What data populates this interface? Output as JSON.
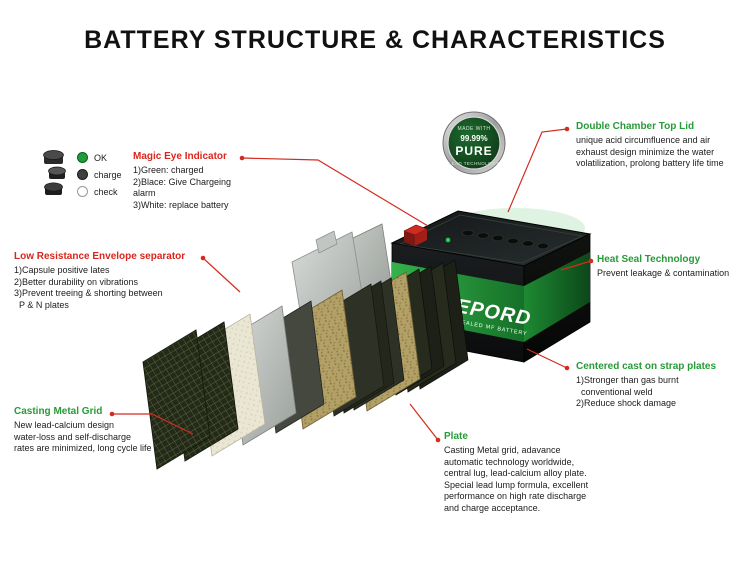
{
  "title": "BATTERY STRUCTURE & CHARACTERISTICS",
  "legend": {
    "items": [
      {
        "label": "OK"
      },
      {
        "label": "charge"
      },
      {
        "label": "check"
      }
    ]
  },
  "badge": {
    "top": "MADE WITH",
    "percent": "99.99%",
    "middle": "PURE",
    "bottom": "LEAD TECHNOLOGY"
  },
  "battery": {
    "brand": "EPORD",
    "sublabel": "SEALED MF BATTERY"
  },
  "callouts": {
    "magic_eye": {
      "heading": "Magic Eye Indicator",
      "lines": [
        "1)Green: charged",
        "2)Blace: Give Chargeing alarm",
        "3)White: replace battery"
      ]
    },
    "double_chamber": {
      "heading": "Double Chamber Top Lid",
      "lines": [
        "unique acid circumfluence and air",
        "exhaust design minimize the water",
        "volatilization, prolong battery life time"
      ]
    },
    "heat_seal": {
      "heading": "Heat Seal Technology",
      "lines": [
        "Prevent leakage & contamination"
      ]
    },
    "low_resistance": {
      "heading": "Low Resistance Envelope separator",
      "lines": [
        "1)Capsule positive lates",
        "2)Better durability on vibrations",
        "3)Prevent treeing & shorting between",
        "  P & N plates"
      ]
    },
    "centered_cast": {
      "heading": "Centered cast on strap plates",
      "lines": [
        "1)Stronger than gas burnt",
        "  conventional weld",
        "2)Reduce shock damage"
      ]
    },
    "casting_grid": {
      "heading": "Casting Metal Grid",
      "lines": [
        "New lead-calcium design",
        "water-loss and self-discharge",
        "rates are minimized, long cycle life"
      ]
    },
    "plate": {
      "heading": "Plate",
      "lines": [
        "Casting Metal grid, adavance",
        "automatic technology worldwide,",
        "central lug, lead-calcium alloy plate.",
        "Special lead lump formula, excellent",
        "performance on high rate discharge",
        "and charge acceptance."
      ]
    }
  },
  "colors": {
    "accent_red": "#d42b1e",
    "heading_red": "#d9261c",
    "heading_green": "#279b37",
    "battery_green": "#2fa244"
  }
}
